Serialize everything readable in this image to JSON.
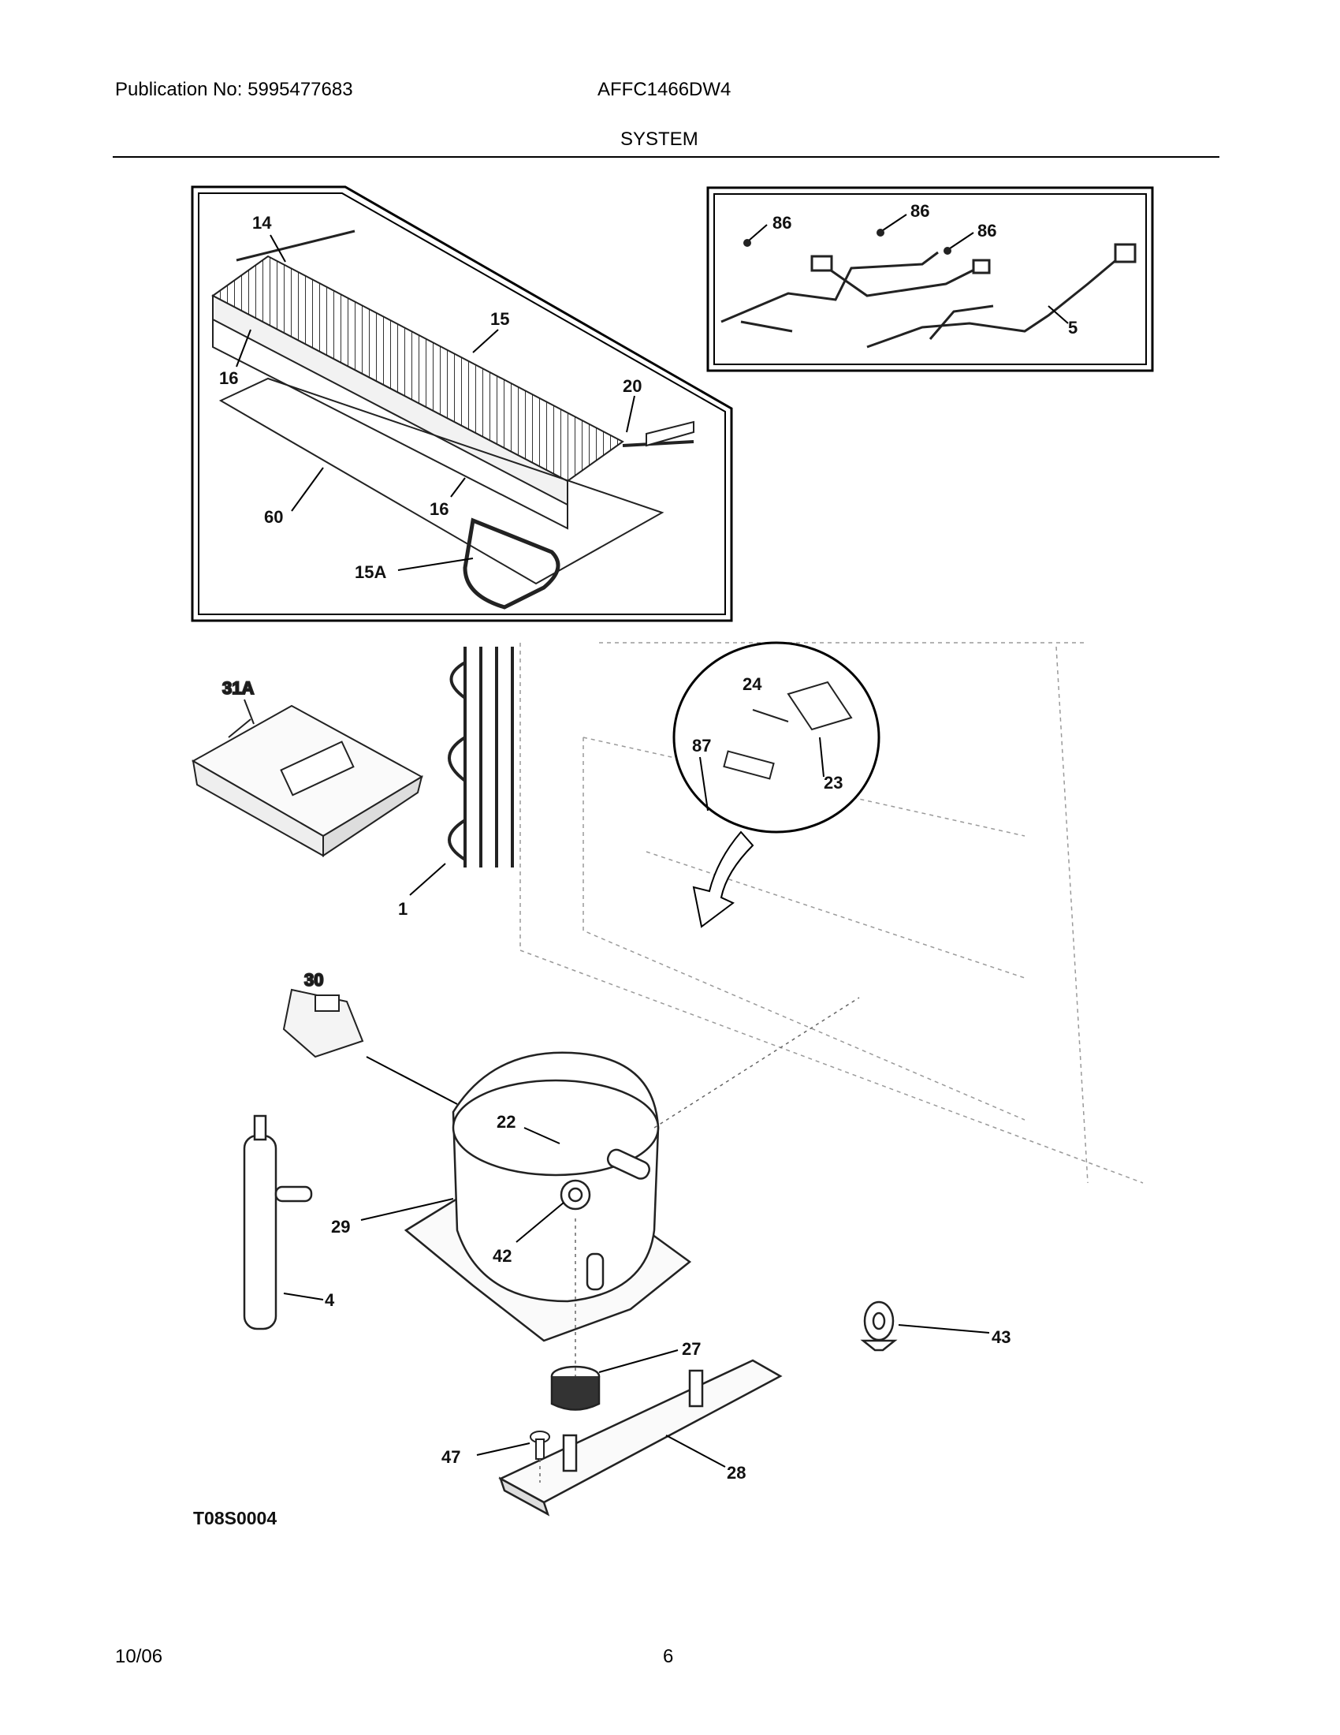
{
  "header": {
    "publication": "Publication No: 5995477683",
    "model": "AFFC1466DW4",
    "section": "SYSTEM"
  },
  "diagram": {
    "code": "T08S0004",
    "callouts": {
      "c14": "14",
      "c15": "15",
      "c16a": "16",
      "c16b": "16",
      "c20": "20",
      "c60": "60",
      "c15A": "15A",
      "c86a": "86",
      "c86b": "86",
      "c86c": "86",
      "c5": "5",
      "c31A": "31A",
      "c1": "1",
      "c24": "24",
      "c87": "87",
      "c23": "23",
      "c30": "30",
      "c22": "22",
      "c29": "29",
      "c42": "42",
      "c4": "4",
      "c43": "43",
      "c27": "27",
      "c47": "47",
      "c28": "28"
    }
  },
  "footer": {
    "date": "10/06",
    "page": "6"
  }
}
